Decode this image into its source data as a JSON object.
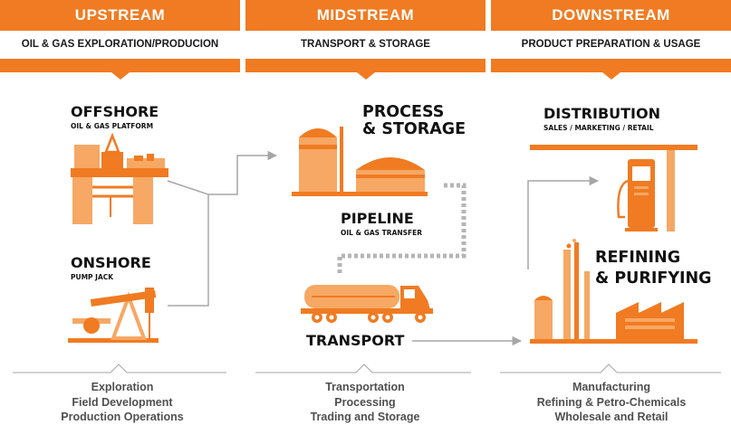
{
  "columns": [
    {
      "title": "UPSTREAM",
      "subtitle": "OIL & GAS EXPLORATION/PRODUCION",
      "footer": [
        "Exploration",
        "Field Development",
        "Production Operations"
      ]
    },
    {
      "title": "MIDSTREAM",
      "subtitle": "TRANSPORT & STORAGE",
      "footer": [
        "Transportation",
        "Processing",
        "Trading and Storage"
      ]
    },
    {
      "title": "DOWNSTREAM",
      "subtitle": "PRODUCT PREPARATION & USAGE",
      "footer": [
        "Manufacturing",
        "Refining & Petro-Chemicals",
        "Wholesale and Retail"
      ]
    }
  ],
  "nodes": {
    "offshore": {
      "title": "OFFSHORE",
      "subtitle": "OIL & GAS PLATFORM"
    },
    "onshore": {
      "title": "ONSHORE",
      "subtitle": "PUMP JACK"
    },
    "process": {
      "title_line1": "PROCESS",
      "title_line2": "& STORAGE"
    },
    "pipeline": {
      "title": "PIPELINE",
      "subtitle": "OIL & GAS TRANSFER"
    },
    "transport": {
      "title": "TRANSPORT"
    },
    "distribution": {
      "title": "DISTRIBUTION",
      "subtitle": "SALES / MARKETING / RETAIL"
    },
    "refining": {
      "title_line1": "REFINING",
      "title_line2": "& PURIFYING"
    }
  },
  "colors": {
    "orange": "#f07b22",
    "light_orange": "#f6a864",
    "grey_line": "#a6a6a6",
    "text": "#111111"
  },
  "icons": [
    "oil-platform-icon",
    "pump-jack-icon",
    "storage-tanks-icon",
    "tanker-truck-icon",
    "fuel-pump-icon",
    "refinery-icon"
  ]
}
